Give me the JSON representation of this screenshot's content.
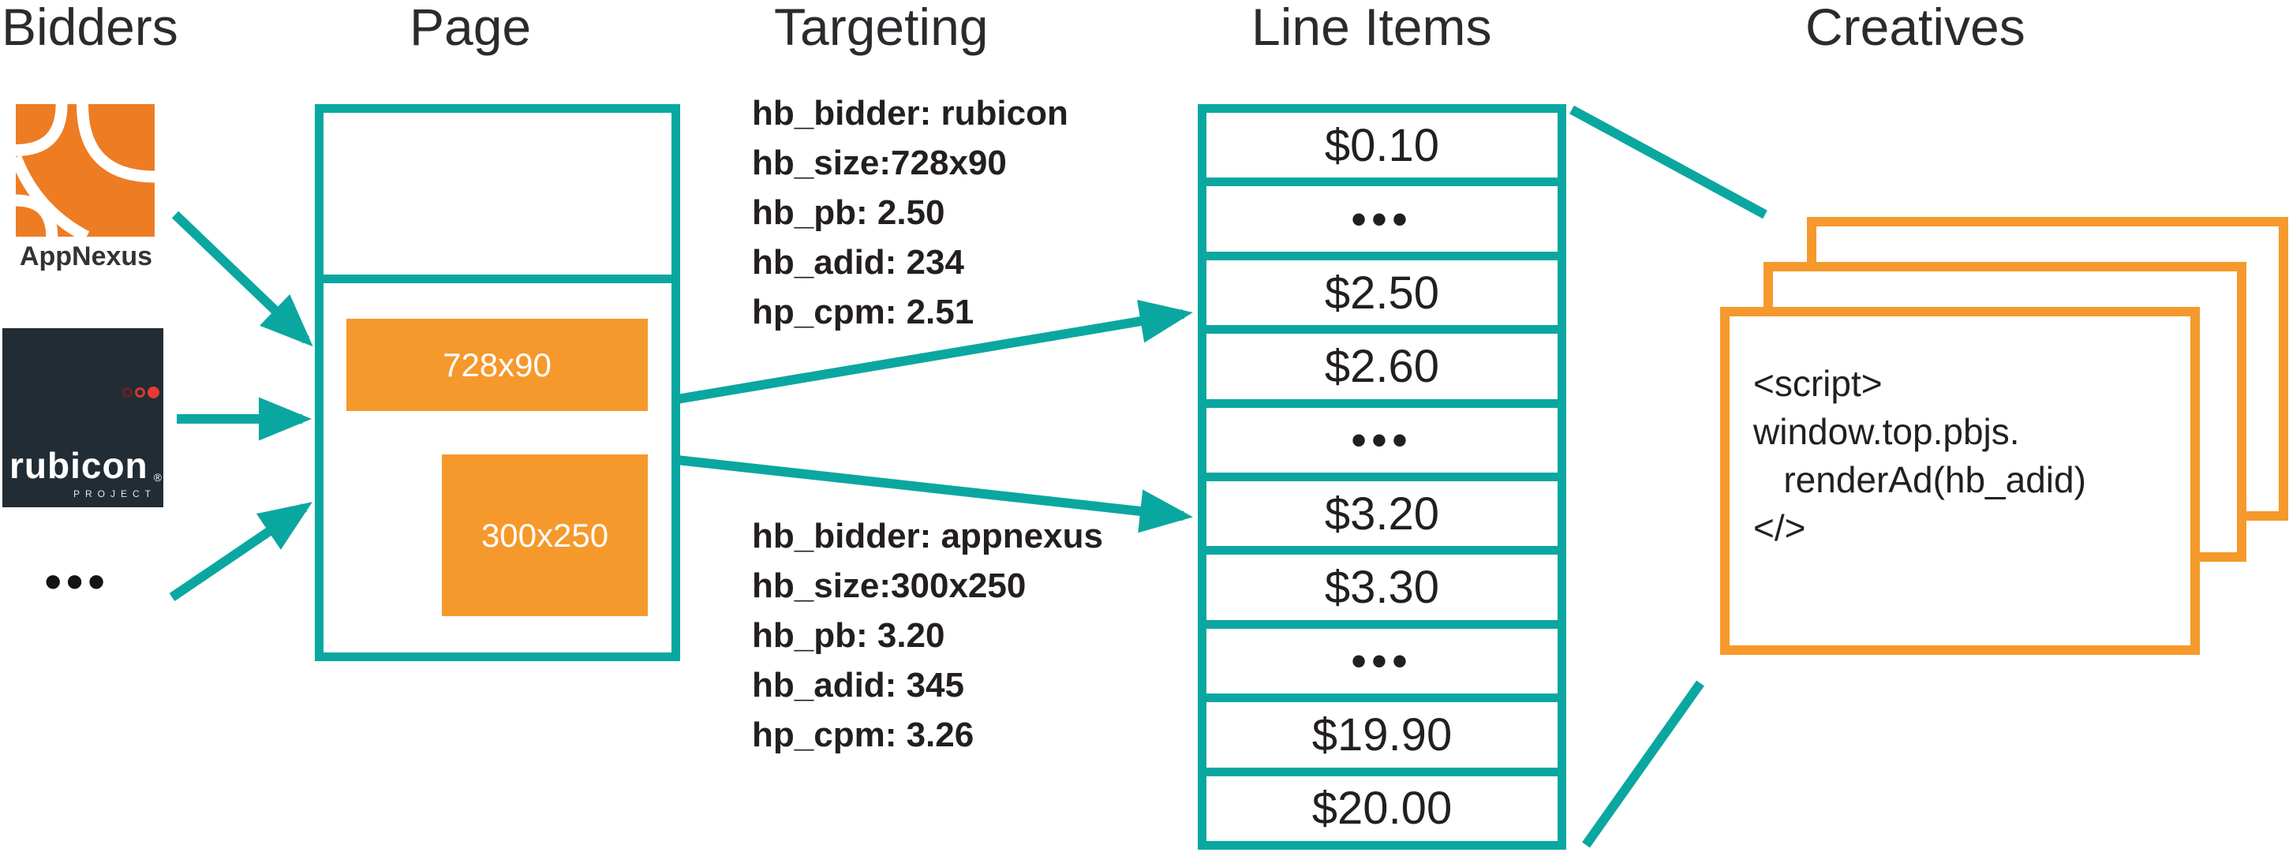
{
  "titles": {
    "bidders": "Bidders",
    "page": "Page",
    "targeting": "Targeting",
    "line_items": "Line Items",
    "creatives": "Creatives"
  },
  "bidders": {
    "appnexus_label": "AppNexus",
    "rubicon_word": "rubicon",
    "rubicon_reg": "®",
    "rubicon_project": "PROJECT",
    "more": "•••"
  },
  "page": {
    "banner_label": "728x90",
    "rect_label": "300x250"
  },
  "targeting": {
    "rubicon_block": [
      "hb_bidder: rubicon",
      "hb_size:728x90",
      "hb_pb: 2.50",
      "hb_adid: 234",
      "hp_cpm: 2.51"
    ],
    "appnexus_block": [
      "hb_bidder: appnexus",
      "hb_size:300x250",
      "hb_pb: 3.20",
      "hb_adid: 345",
      "hp_cpm: 3.26"
    ]
  },
  "line_items": {
    "rows": [
      "$0.10",
      "•••",
      "$2.50",
      "$2.60",
      "•••",
      "$3.20",
      "$3.30",
      "•••",
      "$19.90",
      "$20.00"
    ]
  },
  "creatives": {
    "code_lines": [
      "<script>",
      "window.top.pbjs.",
      "   renderAd(hb_adid)",
      "</>"
    ]
  },
  "colors": {
    "teal": "#0aa7a0",
    "orange": "#f6992c",
    "appnexus_orange": "#ee7c23",
    "rubicon_bg": "#222c35",
    "ink": "#231f20"
  }
}
